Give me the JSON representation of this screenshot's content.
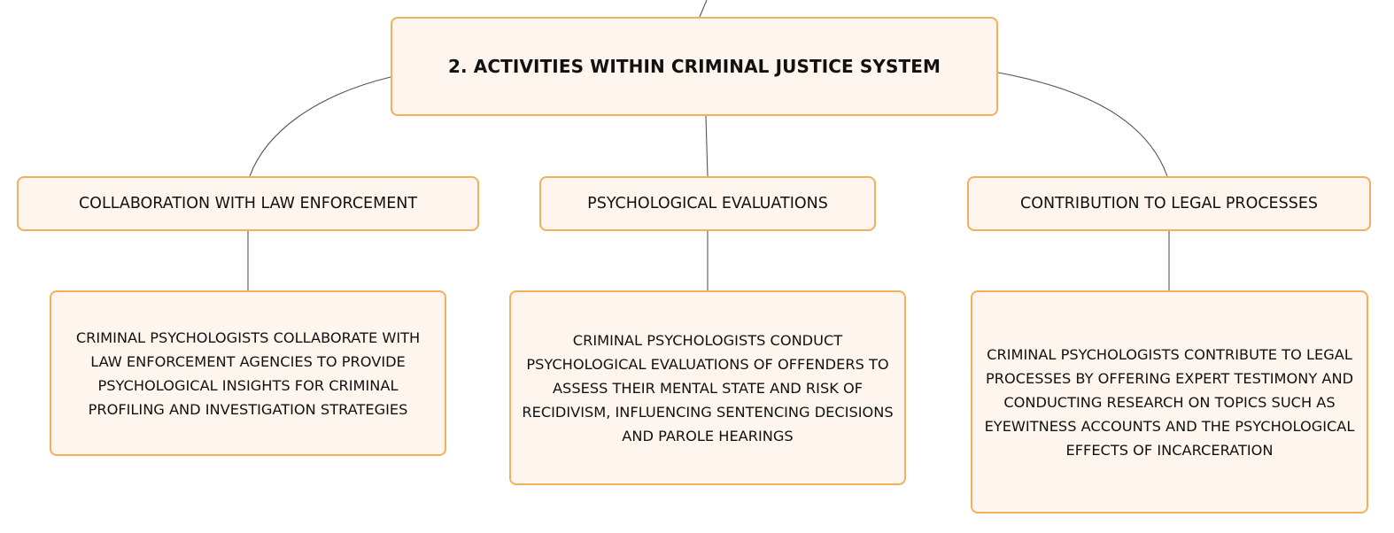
{
  "diagram": {
    "root": {
      "label": "2. ACTIVITIES WITHIN CRIMINAL JUSTICE SYSTEM"
    },
    "branches": [
      {
        "label": "COLLABORATION WITH LAW ENFORCEMENT",
        "detail": "CRIMINAL PSYCHOLOGISTS COLLABORATE WITH LAW ENFORCEMENT AGENCIES TO PROVIDE PSYCHOLOGICAL INSIGHTS FOR CRIMINAL PROFILING AND INVESTIGATION STRATEGIES"
      },
      {
        "label": "PSYCHOLOGICAL EVALUATIONS",
        "detail": "CRIMINAL PSYCHOLOGISTS CONDUCT PSYCHOLOGICAL EVALUATIONS OF OFFENDERS TO ASSESS THEIR MENTAL STATE AND RISK OF RECIDIVISM, INFLUENCING SENTENCING DECISIONS AND PAROLE HEARINGS"
      },
      {
        "label": "CONTRIBUTION TO LEGAL PROCESSES",
        "detail": "CRIMINAL PSYCHOLOGISTS CONTRIBUTE TO LEGAL PROCESSES BY OFFERING EXPERT TESTIMONY AND CONDUCTING RESEARCH ON TOPICS SUCH AS EYEWITNESS ACCOUNTS AND THE PSYCHOLOGICAL EFFECTS OF INCARCERATION"
      }
    ]
  },
  "colors": {
    "node_fill": "#fdf5ee",
    "node_border": "#f2b05a",
    "connector": "#555555"
  }
}
